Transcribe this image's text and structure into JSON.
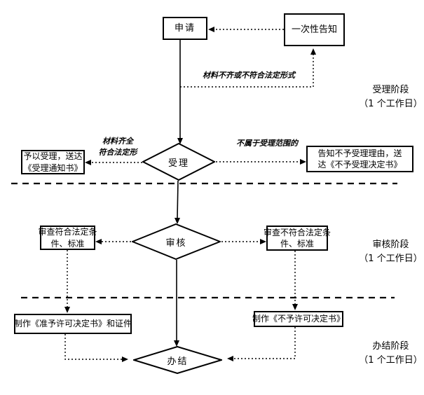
{
  "nodes": {
    "apply": {
      "label": "申请"
    },
    "one_time_notice": {
      "label": "一次性告知"
    },
    "accept_decision": {
      "label": "受理"
    },
    "accept_granted": {
      "line1": "予以受理，送达",
      "line2": "《受理通知书》"
    },
    "accept_denied": {
      "line1": "告知不予受理理由，送",
      "line2": "达《不予受理决定书》"
    },
    "review_decision": {
      "label": "审核"
    },
    "review_pass": {
      "line1": "审查符合法定条",
      "line2": "件、标准"
    },
    "review_fail": {
      "line1": "审查不符合法定条",
      "line2": "件、标准"
    },
    "make_permit": {
      "label": "制作《准予许可决定书》和证件"
    },
    "make_denial": {
      "label": "制作《不予许可决定书》"
    },
    "finish": {
      "label": "办结"
    }
  },
  "edge_labels": {
    "materials_incomplete": "材料不齐或不符合法定形式",
    "materials_complete_line1": "材料齐全",
    "materials_complete_line2": "符合法定形",
    "out_of_scope": "不属于受理范围的"
  },
  "stages": {
    "stage1": {
      "name": "受理阶段",
      "duration": "（1 个工作日）"
    },
    "stage2": {
      "name": "审核阶段",
      "duration": "（1 个工作日）"
    },
    "stage3": {
      "name": "办结阶段",
      "duration": "（1 个工作日）"
    }
  },
  "colors": {
    "line": "#000000",
    "background": "#ffffff",
    "text": "#000000"
  }
}
